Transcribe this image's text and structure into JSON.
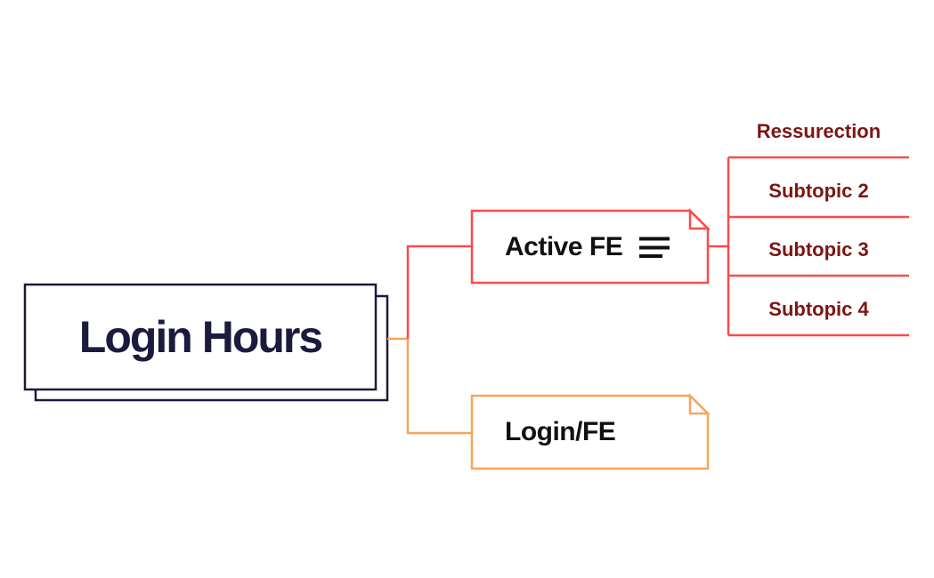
{
  "colors": {
    "navy": "#1b1b3e",
    "red": "#f94b4b",
    "orange": "#f7a55c",
    "maroon": "#7a1613",
    "ink": "#111111"
  },
  "mindmap": {
    "root": {
      "label": "Login Hours"
    },
    "children": [
      {
        "label": "Active FE",
        "icon": "notes-icon"
      },
      {
        "label": "Login/FE"
      }
    ],
    "subtopics": [
      {
        "label": "Ressurection"
      },
      {
        "label": "Subtopic 2"
      },
      {
        "label": "Subtopic 3"
      },
      {
        "label": "Subtopic 4"
      }
    ]
  }
}
